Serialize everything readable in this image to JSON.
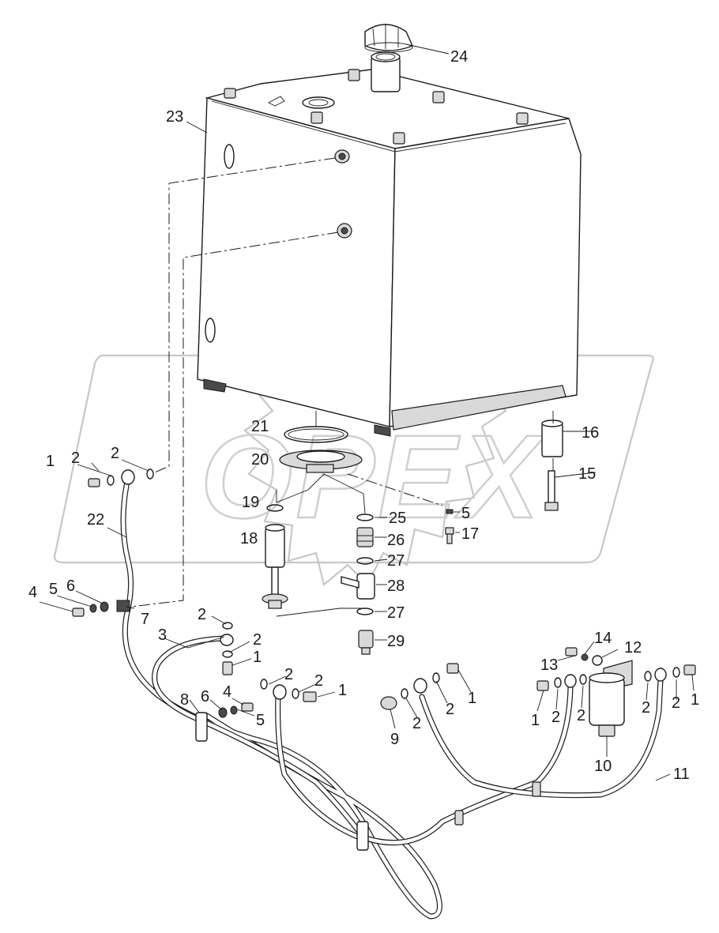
{
  "watermark": {
    "text": "OPEX"
  },
  "callouts": [
    {
      "id": "c24",
      "text": "24"
    },
    {
      "id": "c23",
      "text": "23"
    },
    {
      "id": "c21",
      "text": "21"
    },
    {
      "id": "c20",
      "text": "20"
    },
    {
      "id": "c16",
      "text": "16"
    },
    {
      "id": "c15",
      "text": "15"
    },
    {
      "id": "c19",
      "text": "19"
    },
    {
      "id": "c25",
      "text": "25"
    },
    {
      "id": "c5a",
      "text": "5"
    },
    {
      "id": "c17",
      "text": "17"
    },
    {
      "id": "c26",
      "text": "26"
    },
    {
      "id": "c27a",
      "text": "27"
    },
    {
      "id": "c28",
      "text": "28"
    },
    {
      "id": "c27b",
      "text": "27"
    },
    {
      "id": "c29",
      "text": "29"
    },
    {
      "id": "c18",
      "text": "18"
    },
    {
      "id": "c1a",
      "text": "1"
    },
    {
      "id": "c2a",
      "text": "2"
    },
    {
      "id": "c2b",
      "text": "2"
    },
    {
      "id": "c22",
      "text": "22"
    },
    {
      "id": "c4a",
      "text": "4"
    },
    {
      "id": "c5b",
      "text": "5"
    },
    {
      "id": "c6a",
      "text": "6"
    },
    {
      "id": "c7",
      "text": "7"
    },
    {
      "id": "c3",
      "text": "3"
    },
    {
      "id": "c2c",
      "text": "2"
    },
    {
      "id": "c2d",
      "text": "2"
    },
    {
      "id": "c1b",
      "text": "1"
    },
    {
      "id": "c8",
      "text": "8"
    },
    {
      "id": "c6b",
      "text": "6"
    },
    {
      "id": "c4b",
      "text": "4"
    },
    {
      "id": "c5c",
      "text": "5"
    },
    {
      "id": "c2e",
      "text": "2"
    },
    {
      "id": "c2f",
      "text": "2"
    },
    {
      "id": "c1c",
      "text": "1"
    },
    {
      "id": "c9",
      "text": "9"
    },
    {
      "id": "c2g",
      "text": "2"
    },
    {
      "id": "c2h",
      "text": "2"
    },
    {
      "id": "c1d",
      "text": "1"
    },
    {
      "id": "c14",
      "text": "14"
    },
    {
      "id": "c12",
      "text": "12"
    },
    {
      "id": "c13",
      "text": "13"
    },
    {
      "id": "c1e",
      "text": "1"
    },
    {
      "id": "c2i",
      "text": "2"
    },
    {
      "id": "c2j",
      "text": "2"
    },
    {
      "id": "c2k",
      "text": "2"
    },
    {
      "id": "c2l",
      "text": "2"
    },
    {
      "id": "c1f",
      "text": "1"
    },
    {
      "id": "c10",
      "text": "10"
    },
    {
      "id": "c11",
      "text": "11"
    }
  ]
}
